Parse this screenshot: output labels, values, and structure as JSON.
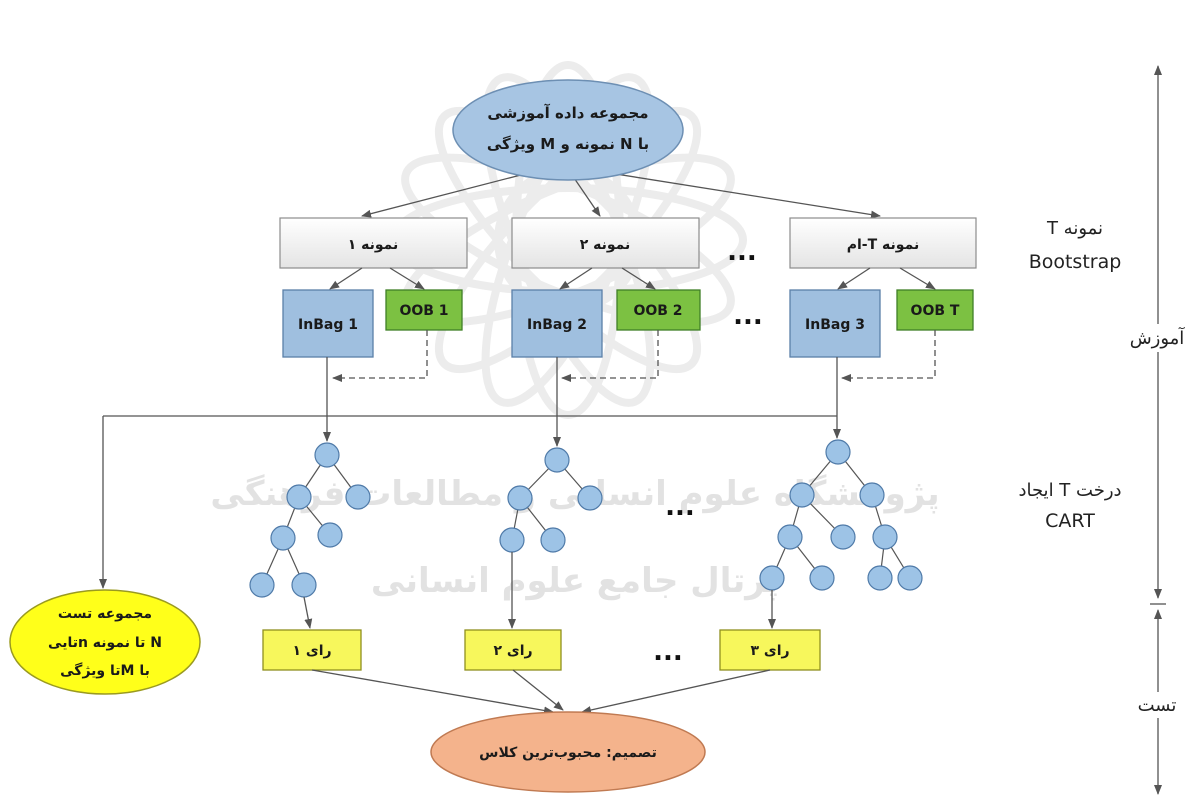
{
  "diagram": {
    "training_set": {
      "line1": "مجموعه داده آموزشی",
      "line2": "با N نمونه و M ویژگی"
    },
    "samples": [
      {
        "label": "نمونه ۱",
        "inbag": "InBag 1",
        "oob": "OOB 1",
        "vote": "رای ۱"
      },
      {
        "label": "نمونه ۲",
        "inbag": "InBag 2",
        "oob": "OOB 2",
        "vote": "رای ۲"
      },
      {
        "label": "نمونه T-ام",
        "inbag": "InBag 3",
        "oob": "OOB T",
        "vote": "رای ۳"
      }
    ],
    "ellipsis": "...",
    "test_set": {
      "line1": "مجموعه تست",
      "line2": "N تا نمونه nتایی",
      "line3": "با Mتا ویژگی"
    },
    "decision": "تصمیم: محبوب‌ترین کلاس",
    "side_labels": {
      "bootstrap_line1": "T نمونه",
      "bootstrap_line2": "Bootstrap",
      "cart_line1": "ایجاد T درخت",
      "cart_line2": "CART",
      "training": "آموزش",
      "test": "تست"
    }
  },
  "watermark": {
    "line1": "پژوهشگاه علوم انسانی و مطالعات فرهنگی",
    "line2": "پرتال جامع علوم انسانی"
  },
  "colors": {
    "training_set": "#a7c5e3",
    "inbag": "#9fbfdf",
    "oob": "#7cc142",
    "tree_node": "#9dc3e6",
    "test_set": "#ffff1a",
    "vote": "#f7f75c",
    "decision": "#f4b38c"
  }
}
